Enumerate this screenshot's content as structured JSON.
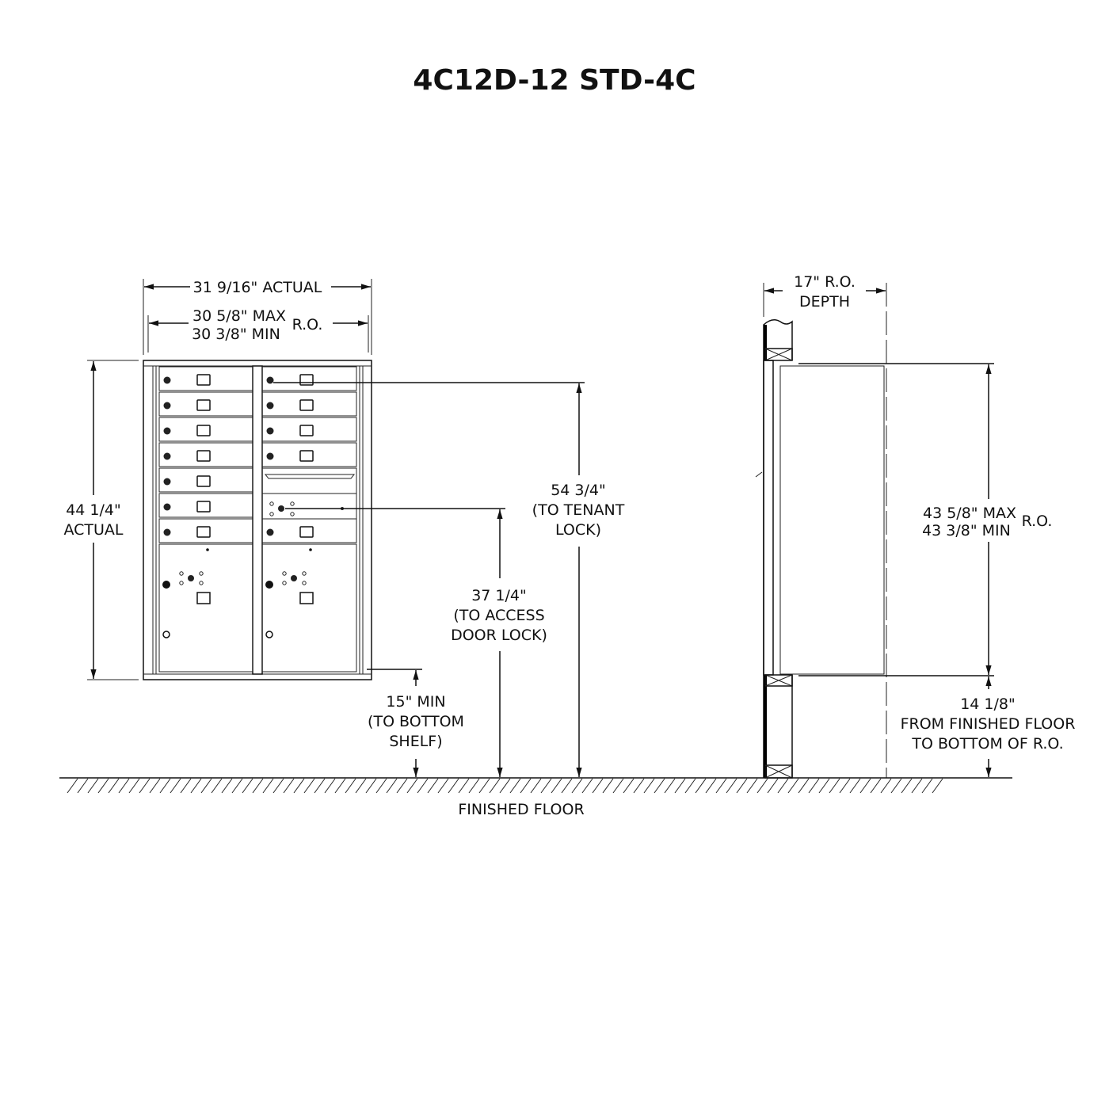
{
  "title": "4C12D-12 STD-4C",
  "front": {
    "width_actual": "31 9/16\" ACTUAL",
    "ro_max": "30 5/8\" MAX",
    "ro_min": "30 3/8\" MIN",
    "ro_label": "R.O.",
    "height_value": "44 1/4\"",
    "height_label": "ACTUAL",
    "tenant_lock": [
      "54 3/4\"",
      "(TO TENANT",
      "LOCK)"
    ],
    "access_lock": [
      "37 1/4\"",
      "(TO ACCESS",
      "DOOR LOCK)"
    ],
    "bottom_shelf": [
      "15\" MIN",
      "(TO BOTTOM",
      "SHELF)"
    ]
  },
  "side": {
    "depth": [
      "17\"  R.O.",
      "DEPTH"
    ],
    "ro_max": "43 5/8\" MAX",
    "ro_min": "43 3/8\" MIN",
    "ro_label": "R.O.",
    "floor_offset": [
      "14 1/8\"",
      "FROM FINISHED FLOOR",
      "TO BOTTOM OF R.O."
    ]
  },
  "floor_label": "FINISHED FLOOR"
}
